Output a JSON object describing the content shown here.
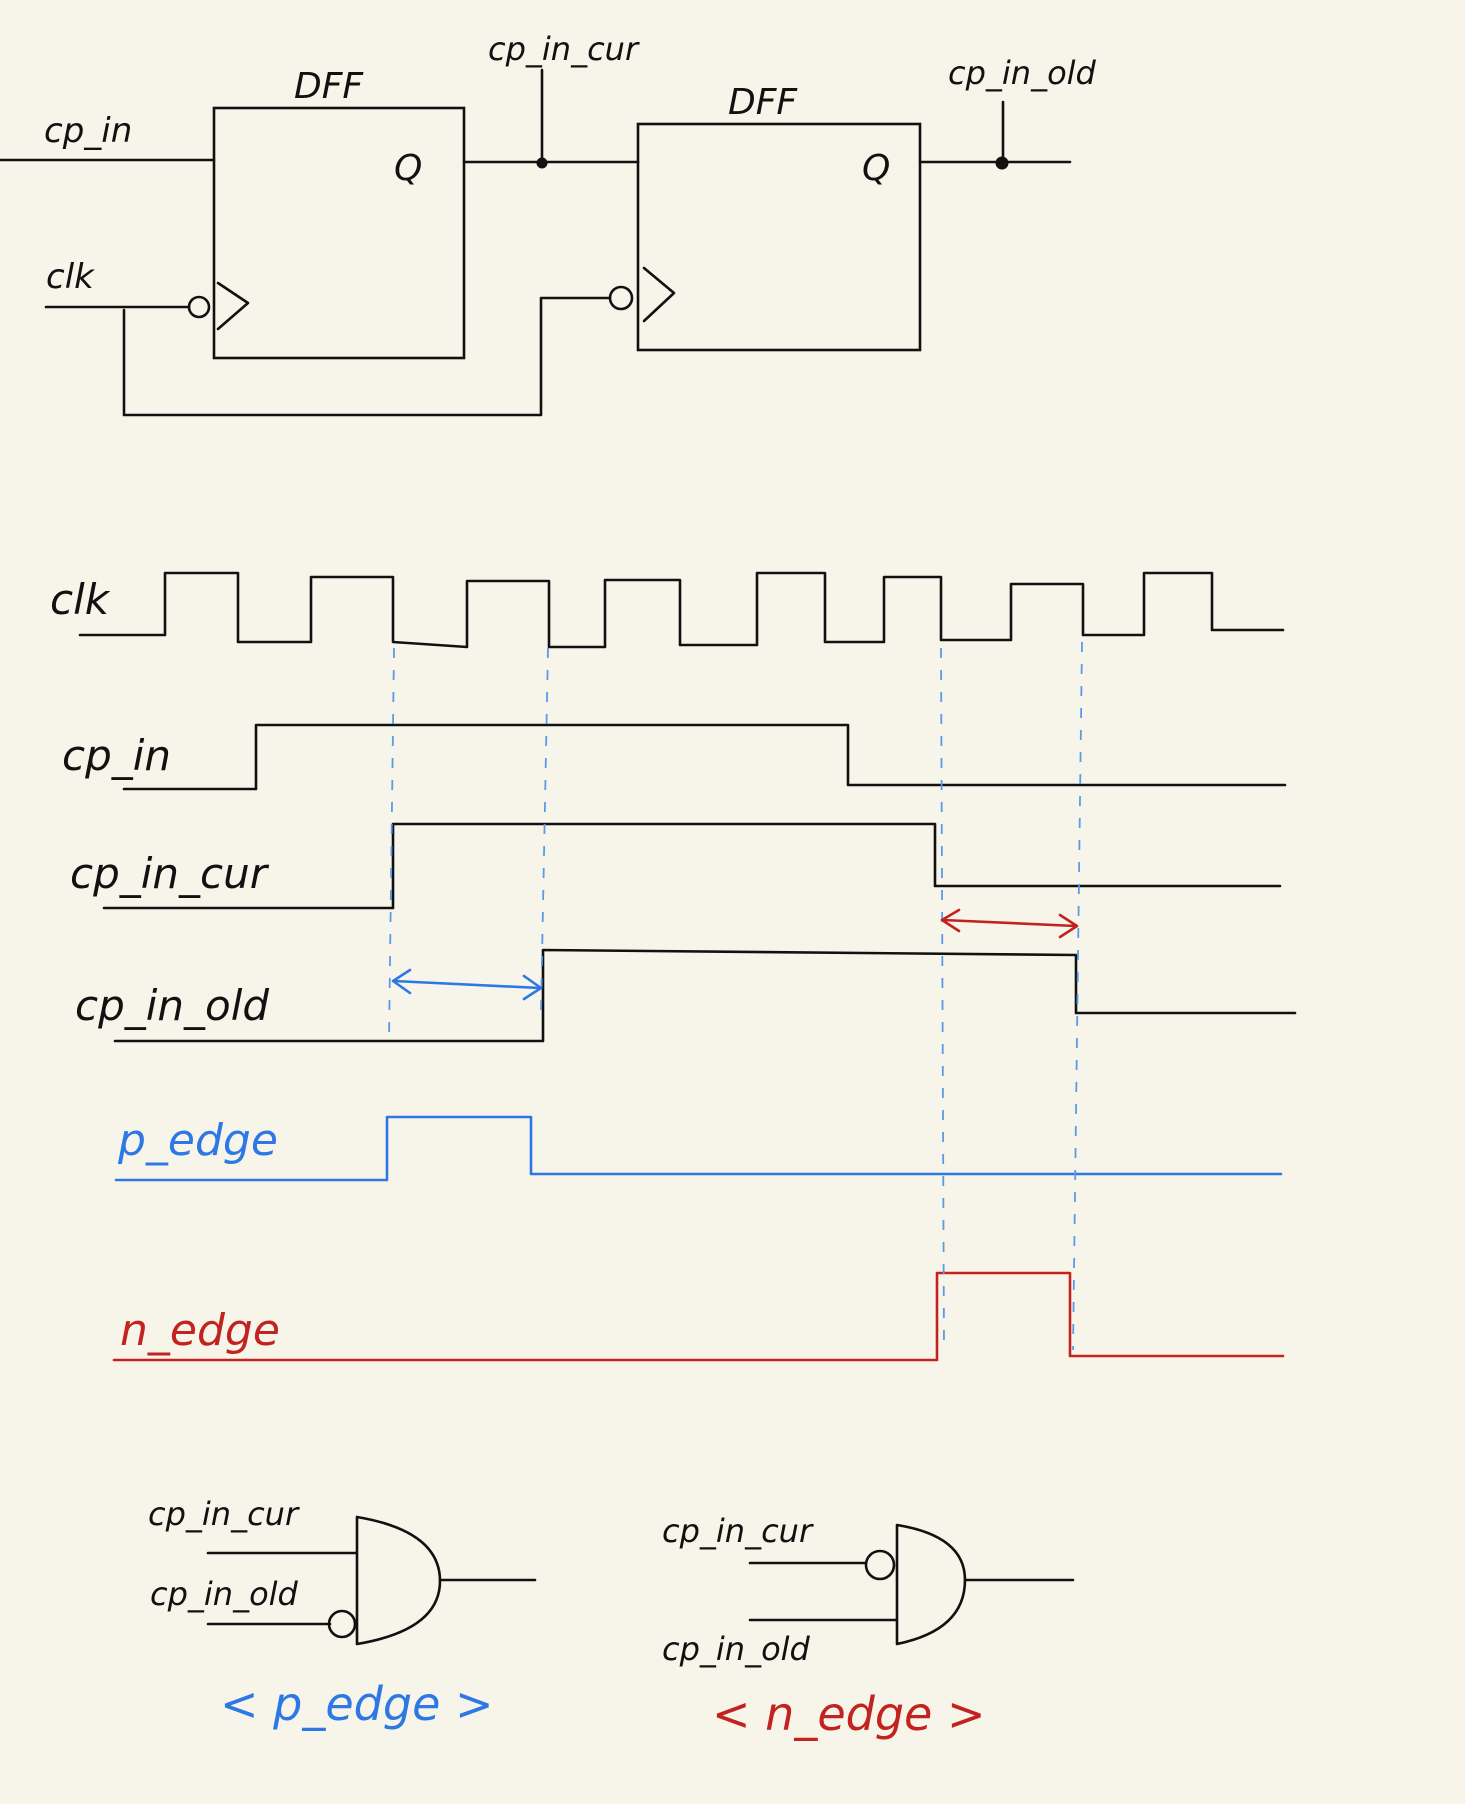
{
  "circuit": {
    "dff1_label": "DFF",
    "dff2_label": "DFF",
    "q1_label": "Q",
    "q2_label": "Q",
    "input_label": "cp_in",
    "clock_label": "clk",
    "mid_net_label": "cp_in_cur",
    "out_net_label": "cp_in_old"
  },
  "timing": {
    "signals": [
      {
        "key": "clk",
        "label": "clk",
        "color": "#111111"
      },
      {
        "key": "cp_in",
        "label": "cp_in",
        "color": "#111111"
      },
      {
        "key": "cp_in_cur",
        "label": "cp_in_cur",
        "color": "#111111"
      },
      {
        "key": "cp_in_old",
        "label": "cp_in_old",
        "color": "#111111"
      },
      {
        "key": "p_edge",
        "label": "p_edge",
        "color": "#2e78e6"
      },
      {
        "key": "n_edge",
        "label": "n_edge",
        "color": "#c2231e"
      }
    ]
  },
  "gates": {
    "p_gate": {
      "in_top": "cp_in_cur",
      "in_bottom": "cp_in_old",
      "caption": "< p_edge >",
      "caption_color": "#2e78e6"
    },
    "n_gate": {
      "in_top": "cp_in_cur",
      "in_bottom": "cp_in_old",
      "caption": "< n_edge >",
      "caption_color": "#c2231e"
    }
  }
}
